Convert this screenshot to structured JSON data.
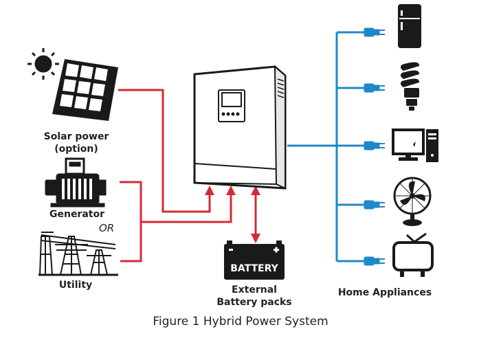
{
  "colors": {
    "ac_line": "#d42a36",
    "load_line": "#1e88c8",
    "ink": "#1a1a1a",
    "panel": "#2a2a2a"
  },
  "sources": {
    "solar": {
      "label_line1": "Solar power",
      "label_line2": "(option)",
      "icon": "solar-panel-icon"
    },
    "generator": {
      "label": "Generator",
      "icon": "generator-icon"
    },
    "or_text": "OR",
    "utility": {
      "label": "Utility",
      "icon": "utility-tower-icon"
    }
  },
  "battery": {
    "text": "BATTERY",
    "label_line1": "External",
    "label_line2": "Battery packs"
  },
  "appliances": {
    "label": "Home Appliances",
    "items": [
      "refrigerator-icon",
      "lightbulb-icon",
      "computer-icon",
      "fan-icon",
      "tv-icon"
    ]
  },
  "caption": "Figure 1 Hybrid Power System"
}
